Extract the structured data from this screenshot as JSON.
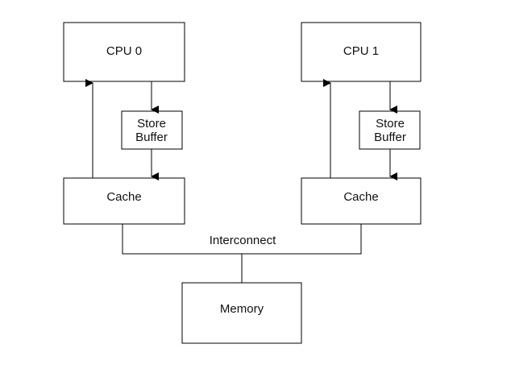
{
  "diagram": {
    "cpu0": {
      "label": "CPU 0"
    },
    "cpu1": {
      "label": "CPU 1"
    },
    "store_buffer_0": {
      "line1": "Store",
      "line2": "Buffer"
    },
    "store_buffer_1": {
      "line1": "Store",
      "line2": "Buffer"
    },
    "cache0": {
      "label": "Cache"
    },
    "cache1": {
      "label": "Cache"
    },
    "interconnect": {
      "label": "Interconnect"
    },
    "memory": {
      "label": "Memory"
    }
  }
}
